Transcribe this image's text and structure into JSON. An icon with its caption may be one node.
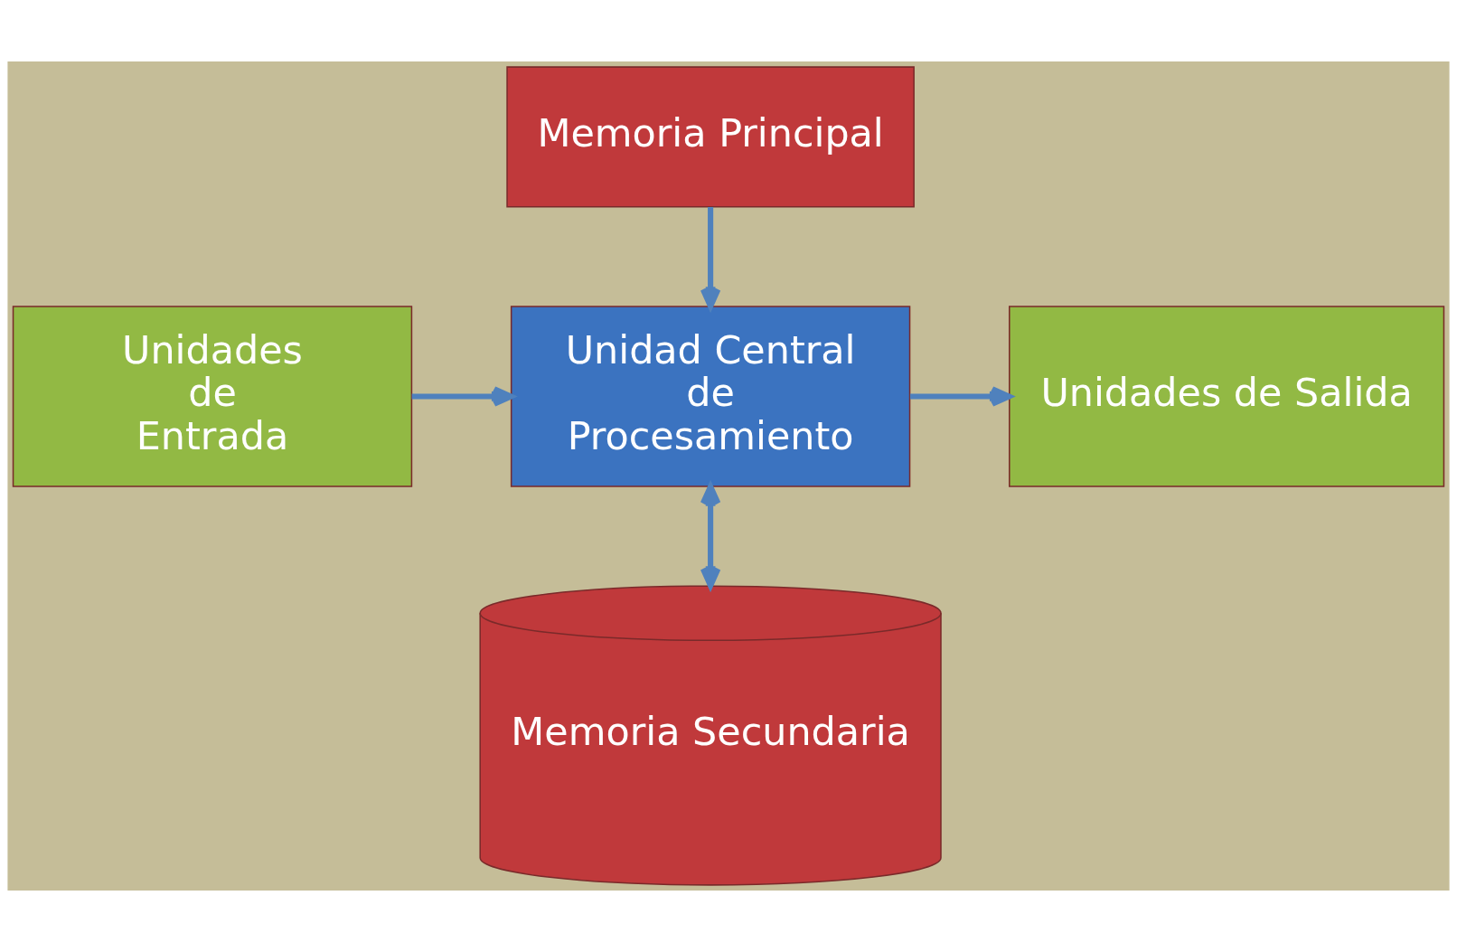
{
  "diagram": {
    "nodes": [
      {
        "text": [
          "Memoria Principal"
        ]
      },
      {
        "text": [
          "Unidades de Entrada"
        ]
      },
      {
        "text": [
          "Unidad Central de Procesamiento"
        ]
      },
      {
        "text": [
          "Unidades de Salida"
        ]
      },
      {
        "text": [
          "Memoria Secundaria"
        ]
      }
    ],
    "edges": [
      {
        "from": 0,
        "to": 2,
        "arrow": "to"
      },
      {
        "from": 1,
        "to": 2,
        "arrow": "to"
      },
      {
        "from": 2,
        "to": 3,
        "arrow": "to"
      },
      {
        "from": 2,
        "to": 4,
        "arrow": "both"
      }
    ]
  }
}
